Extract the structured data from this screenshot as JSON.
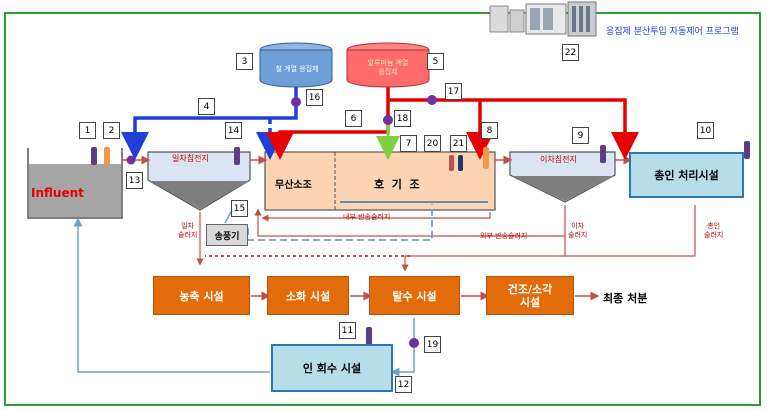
{
  "title": "응집제 분산투입 자동제어 프로그램",
  "tanks": {
    "coagulant_a": "철 계열 응집제",
    "coagulant_b_line1": "알루미늄 계열",
    "coagulant_b_line2": "응집제"
  },
  "units": {
    "influent": "Influent",
    "primary_clarifier": "일차침전지",
    "anoxic": "무산소조",
    "aerobic": "호  기  조",
    "secondary_clarifier": "이차침전지",
    "tertiary": "총인 처리시설",
    "blower": "송풍기",
    "thickening": "농축 시설",
    "digestion": "소화 시설",
    "dewatering": "탈수 시설",
    "drying_line1": "건조/소각",
    "drying_line2": "시설",
    "final_disposal": "최종 처분",
    "p_recovery": "인 회수 시설"
  },
  "flow_labels": {
    "internal_return": "내부 반송슬러지",
    "external_return": "외부 반송슬러지",
    "primary_sludge_line1": "일차",
    "primary_sludge_line2": "슬러지",
    "secondary_sludge_line1": "이차",
    "secondary_sludge_line2": "슬러지",
    "tertiary_sludge_line1": "총인",
    "tertiary_sludge_line2": "슬러지"
  },
  "markers": [
    "1",
    "2",
    "3",
    "4",
    "5",
    "6",
    "7",
    "8",
    "9",
    "10",
    "11",
    "12",
    "13",
    "14",
    "15",
    "16",
    "17",
    "18",
    "19",
    "20",
    "21",
    "22"
  ],
  "colors": {
    "frame": "#2e9e2e",
    "process_box": "#e36c0a",
    "blue_unit": "#b7dde8",
    "iron_line": "#1f3fd8",
    "alum_line": "#e60000",
    "sludge_line": "#c0504d"
  }
}
